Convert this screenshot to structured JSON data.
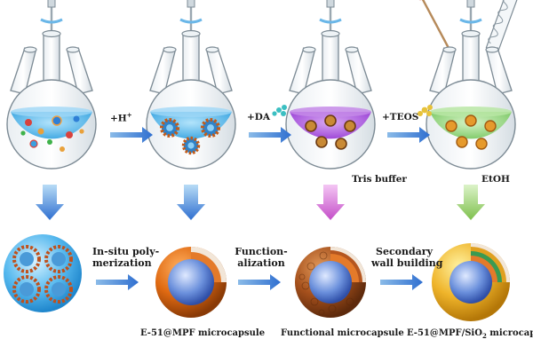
{
  "reagents": {
    "acid": "+H",
    "acid_sup": "+",
    "dopamine": "+DA",
    "teos": "+TEOS"
  },
  "flask_notes": {
    "buffer": "Tris buffer",
    "solvent": "EtOH"
  },
  "steps": {
    "step1_line1": "In-situ poly-",
    "step1_line2": "merization",
    "step2_line1": "Function-",
    "step2_line2": "alization",
    "step3_line1": "Secondary",
    "step3_line2": "wall building"
  },
  "captions": {
    "capsule1": "E-51@MPF microcapsule",
    "capsule2": "Functional microcapsule",
    "capsule3_pre": "E-51@MPF/SiO",
    "capsule3_sub": "2",
    "capsule3_post": " microcapsule"
  },
  "colors": {
    "arrow_blue": "#2f6fd0",
    "arrow_pink": "#d36ad6",
    "arrow_green": "#8cc85a",
    "liquid_blue": "#52b3ea",
    "liquid_purple": "#a34fd8",
    "liquid_green": "#8fd67a",
    "shell_orange": "#d86414",
    "shell_brown": "#a8521d",
    "shell_gold": "#eab02a",
    "core_blue": "#5b86d8",
    "layer_green": "#3a9a52"
  }
}
